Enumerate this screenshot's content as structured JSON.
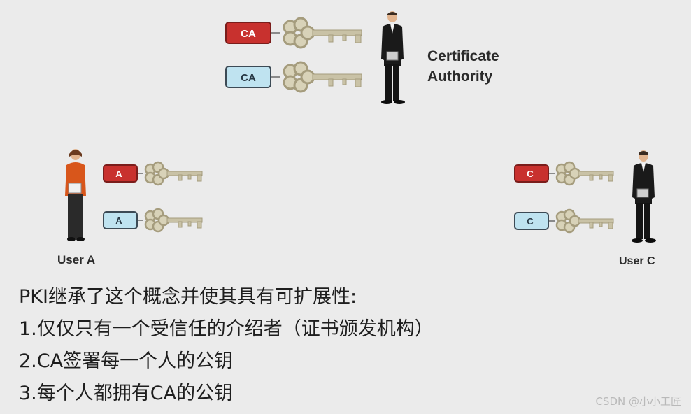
{
  "certificate_authority": {
    "label_line1": "Certificate",
    "label_line2": "Authority",
    "private_key_tag": "CA",
    "public_key_tag": "CA"
  },
  "user_a": {
    "label": "User A",
    "private_key_tag": "A",
    "public_key_tag": "A"
  },
  "user_c": {
    "label": "User C",
    "private_key_tag": "C",
    "public_key_tag": "C"
  },
  "caption": {
    "line1": "PKI继承了这个概念并使其具有可扩展性:",
    "line2": "1.仅仅只有一个受信任的介绍者（证书颁发机构）",
    "line3": "2.CA签署每一个人的公钥",
    "line4": "3.每个人都拥有CA的公钥"
  },
  "watermark": "CSDN @小小工匠",
  "colors": {
    "background": "#ebebeb",
    "private_key_tag": "#c8312e",
    "public_key_tag": "#bfe3f0",
    "key_metal": "#c9c2a6"
  }
}
